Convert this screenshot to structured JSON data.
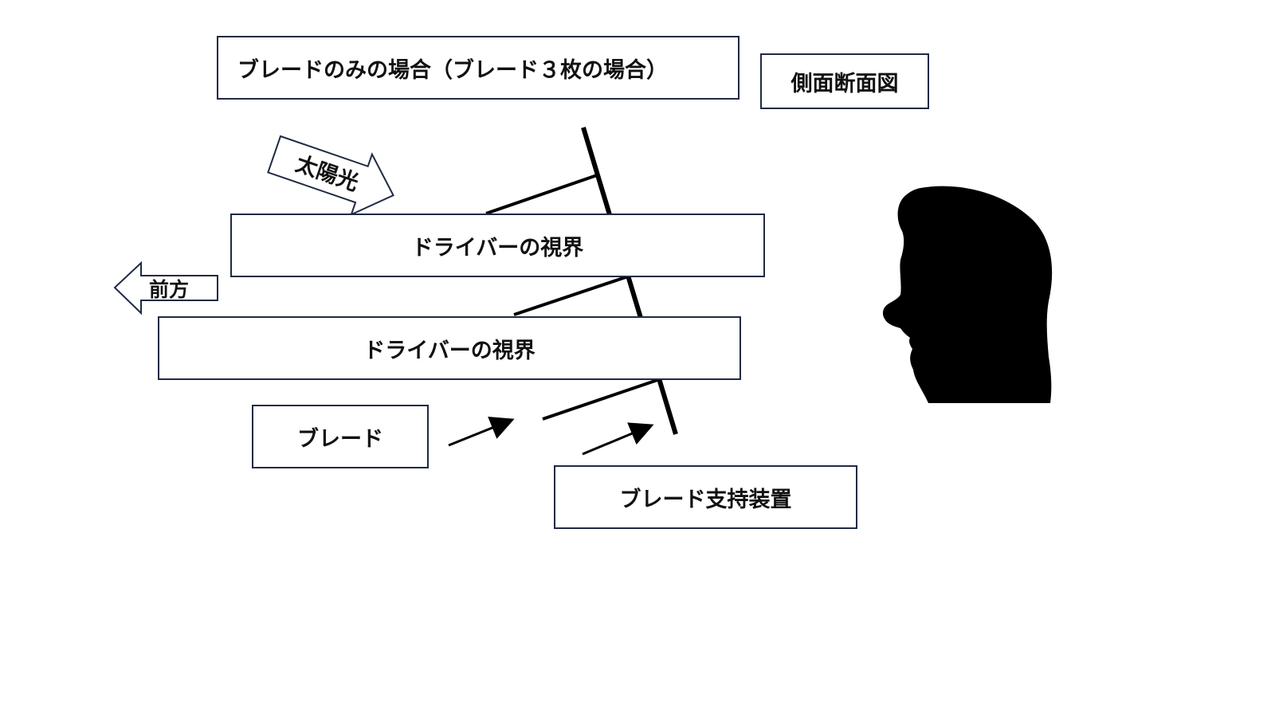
{
  "title": "ブレードのみの場合（ブレード３枚の場合）",
  "view_label": "側面断面図",
  "sunlight_label": "太陽光",
  "forward_label": "前方",
  "fov_label_1": "ドライバーの視界",
  "fov_label_2": "ドライバーの視界",
  "blade_label": "ブレード",
  "support_label": "ブレード支持装置",
  "colors": {
    "line": "#000000",
    "box_border": "#1f2a44",
    "arrow_outline": "#1f2a44",
    "silhouette": "#000000"
  }
}
